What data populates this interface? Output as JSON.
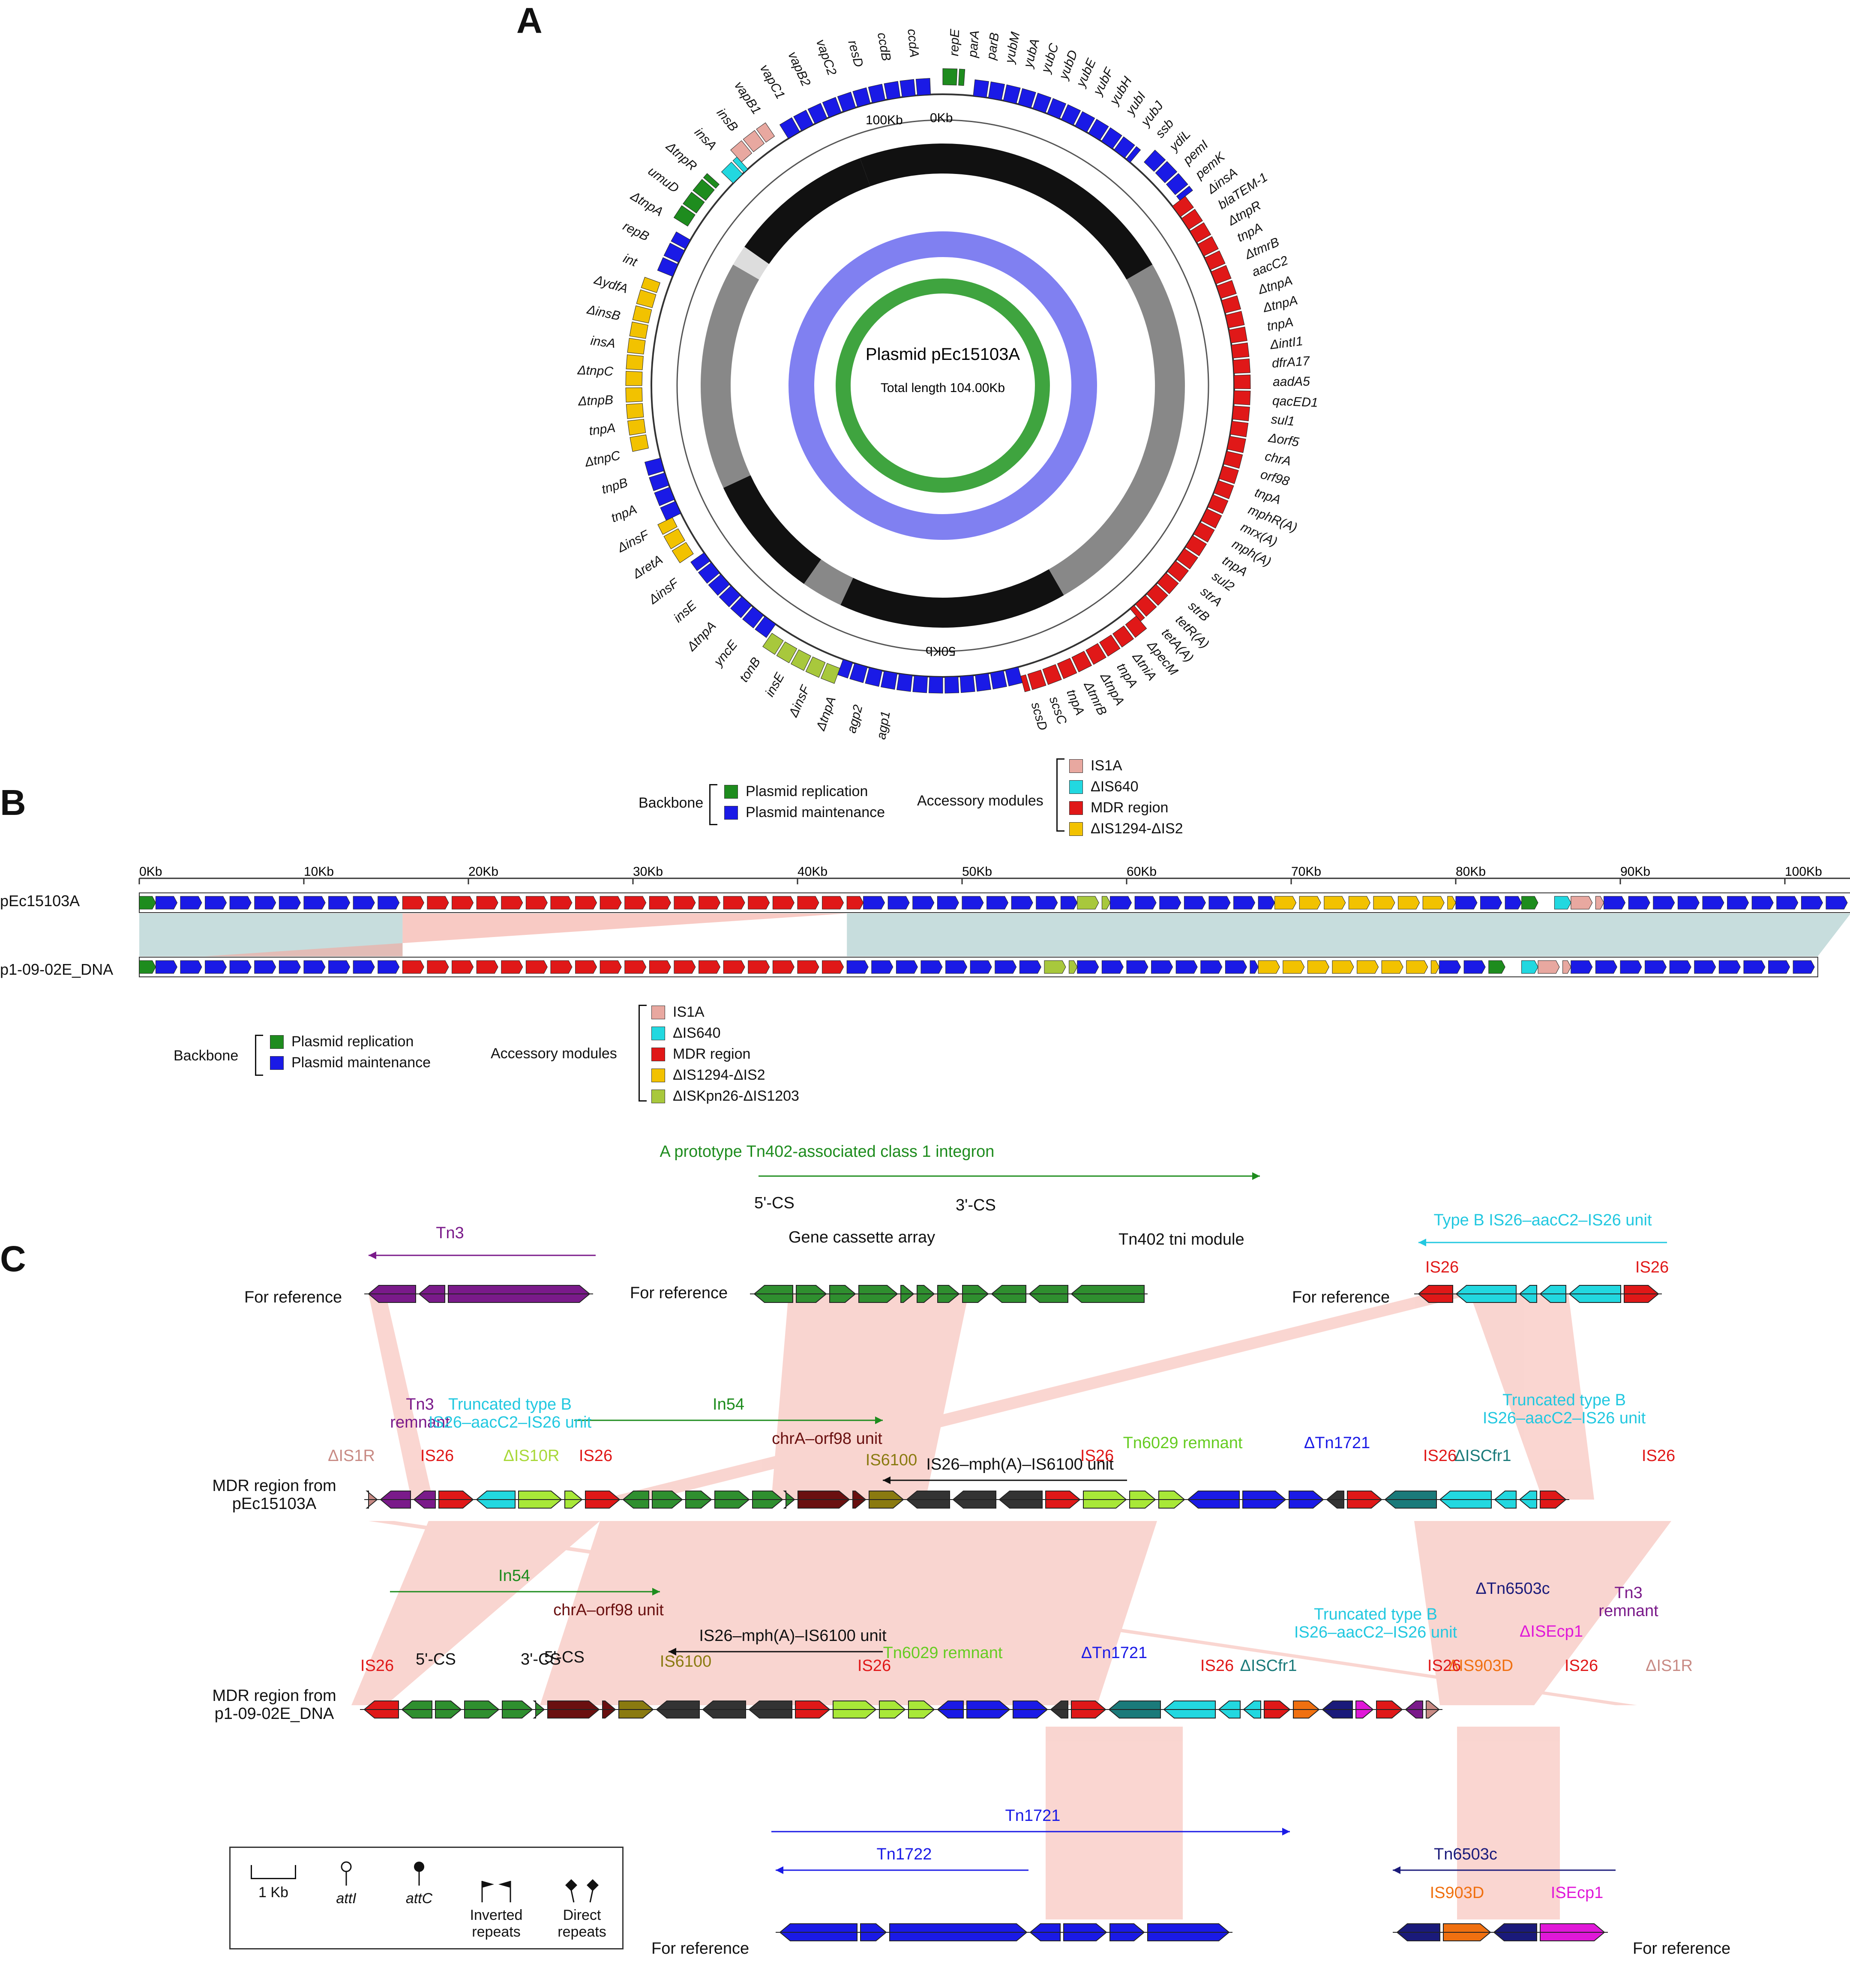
{
  "panels": {
    "a": "A",
    "b": "B",
    "c": "C"
  },
  "circular_map": {
    "title": "Plasmid pEc15103A",
    "total_length": "Total length 104.00Kb",
    "ticks": [
      "0Kb",
      "100Kb",
      "50Kb"
    ]
  },
  "legend_b_top": {
    "backbone_label": "Backbone",
    "backbone": [
      {
        "label": "Plasmid replication",
        "color": "#1e8c1e"
      },
      {
        "label": "Plasmid maintenance",
        "color": "#1a1ae6"
      }
    ],
    "accessory_label": "Accessory modules",
    "accessory": [
      {
        "label": "IS1A",
        "color": "#e8a8a0"
      },
      {
        "label": "ΔIS640",
        "color": "#22d8e0"
      },
      {
        "label": "MDR region",
        "color": "#e01818"
      },
      {
        "label": "ΔIS1294-ΔIS2",
        "color": "#f2c200"
      }
    ]
  },
  "linear_map": {
    "scale": [
      "0Kb",
      "10Kb",
      "20Kb",
      "30Kb",
      "40Kb",
      "50Kb",
      "60Kb",
      "70Kb",
      "80Kb",
      "90Kb",
      "100Kb"
    ],
    "track1": "pEc15103A",
    "track2": "p1-09-02E_DNA"
  },
  "legend_b_bottom": {
    "backbone_label": "Backbone",
    "backbone": [
      {
        "label": "Plasmid replication",
        "color": "#1e8c1e"
      },
      {
        "label": "Plasmid maintenance",
        "color": "#1a1ae6"
      }
    ],
    "accessory_label": "Accessory modules",
    "accessory": [
      {
        "label": "IS1A",
        "color": "#e8a8a0"
      },
      {
        "label": "ΔIS640",
        "color": "#22d8e0"
      },
      {
        "label": "MDR region",
        "color": "#e01818"
      },
      {
        "label": "ΔIS1294-ΔIS2",
        "color": "#f2c200"
      },
      {
        "label": "ΔISKpn26-ΔIS1203",
        "color": "#a8c83c"
      }
    ]
  },
  "panel_c": {
    "for_reference": "For reference",
    "tn402_title": "A prototype Tn402-associated class 1 integron",
    "five_cs": "5'-CS",
    "three_cs": "3'-CS",
    "gene_cassette_array": "Gene cassette array",
    "tni_module": "Tn402 tni module",
    "tn3": "Tn3",
    "type_b_unit": "Type B IS26–aacC2–IS26 unit",
    "in54": "In54",
    "tn3_remnant": "Tn3\nremnant",
    "truncated_type_b": "Truncated type B\nIS26–aacC2–IS26 unit",
    "chra_orf98": "chrA–orf98 unit",
    "is26_mph": "IS26–mph(A)–IS6100 unit",
    "tn6029": "Tn6029 remnant",
    "dtn1721": "ΔTn1721",
    "dtn6503c": "ΔTn6503c",
    "dis1r": "ΔIS1R",
    "dis10r": "ΔIS10R",
    "is26": "IS26",
    "is6100": "IS6100",
    "discfr1": "ΔISCfr1",
    "disecp1": "ΔISEcp1",
    "dis903d": "ΔIS903D",
    "mdr1_label": "MDR region from\npEc15103A",
    "mdr2_label": "MDR region from\np1-09-02E_DNA",
    "tn1721": "Tn1721",
    "tn1722": "Tn1722",
    "tn6503c": "Tn6503c",
    "is903d": "IS903D",
    "isecp1": "ISEcp1",
    "key": {
      "scale": "1 Kb",
      "atti": "attI",
      "attc": "attC",
      "ir": "Inverted\nrepeats",
      "dr": "Direct\nrepeats"
    }
  },
  "circular_genes_right": [
    "repE",
    "parA",
    "parB",
    "yubM",
    "yubA",
    "yubC",
    "yubD",
    "yubE",
    "yubF",
    "yubH",
    "yubI",
    "yubJ",
    "ssb",
    "ydiL",
    "pemI",
    "pemK",
    "ΔinsA",
    "blaTEM-1",
    "ΔtnpR",
    "tnpA",
    "ΔtmrB",
    "aacC2",
    "ΔtnpA",
    "ΔtnpA",
    "tnpA",
    "ΔintI1",
    "dfrA17",
    "aadA5",
    "qacED1",
    "sul1",
    "Δorf5",
    "chrA",
    "orf98",
    "tnpA",
    "mphR(A)",
    "mrx(A)",
    "mph(A)",
    "tnpA",
    "sul2",
    "strA",
    "strB",
    "tetR(A)",
    "tetA(A)",
    "ΔpecM",
    "ΔtniA",
    "tnpA",
    "ΔtnpA",
    "ΔtmrB",
    "tnpA",
    "scsC",
    "scsD"
  ],
  "circular_genes_left": [
    "ccdA",
    "ccdB",
    "resD",
    "vapC2",
    "vapB2",
    "vapC1",
    "vapB1",
    "insB",
    "insA",
    "ΔtnpR",
    "umuD",
    "ΔtnpA",
    "repB",
    "int",
    "ΔydfA",
    "ΔinsB",
    "insA",
    "ΔtnpC",
    "ΔtnpB",
    "tnpA",
    "ΔtnpC",
    "tnpB",
    "tnpA",
    "ΔinsF",
    "ΔretA",
    "ΔinsF",
    "insE",
    "ΔtnpA",
    "yncE",
    "tonB",
    "insE",
    "ΔinsF",
    "ΔtnpA",
    "agp2",
    "agp1"
  ]
}
